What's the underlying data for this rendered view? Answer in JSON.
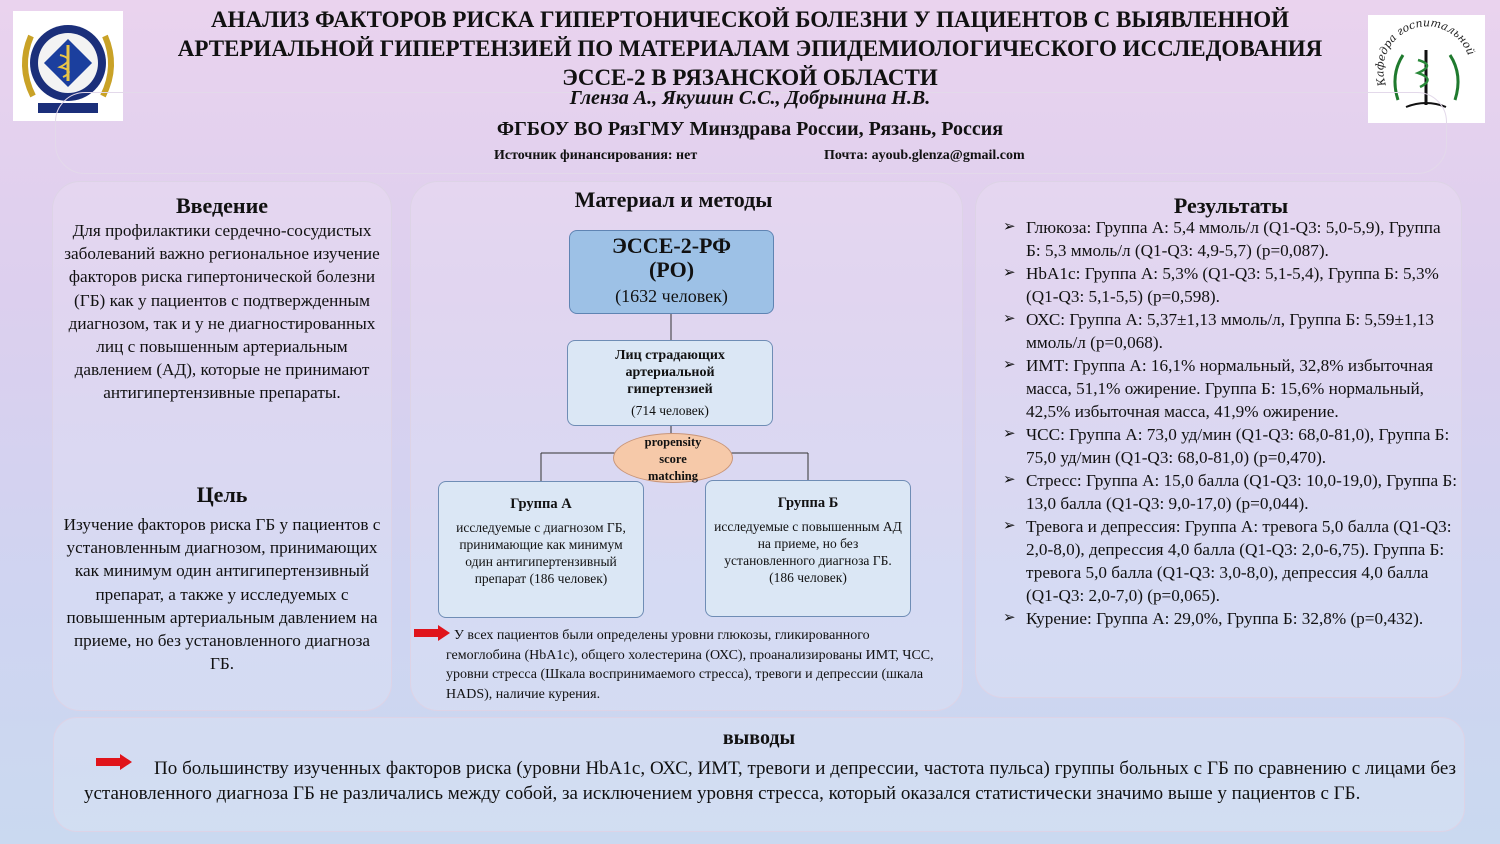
{
  "header": {
    "title": "АНАЛИЗ ФАКТОРОВ РИСКА ГИПЕРТОНИЧЕСКОЙ БОЛЕЗНИ У ПАЦИЕНТОВ С ВЫЯВЛЕННОЙ АРТЕРИАЛЬНОЙ ГИПЕРТЕНЗИЕЙ ПО МАТЕРИАЛАМ ЭПИДЕМИОЛОГИЧЕСКОГО ИССЛЕДОВАНИЯ ЭССЕ-2 В РЯЗАНСКОЙ ОБЛАСТИ",
    "authors": "Гленза А., Якушин С.С., Добрынина Н.В.",
    "organization": "ФГБОУ ВО РязГМУ Минздрава России, Рязань, Россия",
    "funding": "Источник финансирования: нет",
    "email": "Почта: ayoub.glenza@gmail.com",
    "right_logo_text": "Кафедра госпитальной терапии"
  },
  "intro": {
    "heading": "Введение",
    "text": "Для профилактики сердечно-сосудистых заболеваний важно региональное изучение факторов риска гипертонической болезни (ГБ) как у пациентов с подтвержденным диагнозом, так и у не диагностированных лиц с повышенным артериальным давлением (АД), которые не принимают антигипертензивные препараты.",
    "goal_heading": "Цель",
    "goal_text": "Изучение факторов риска ГБ у пациентов с установленным диагнозом, принимающих как минимум один антигипертензивный препарат, а также у исследуемых с повышенным артериальным давлением на приеме, но без установленного диагноза ГБ."
  },
  "methods": {
    "heading": "Материал и методы",
    "main_box": {
      "title": "ЭССЕ-2-РФ (РО)",
      "count": "(1632 человек)"
    },
    "ah_box": {
      "title": "Лиц страдающих артериальной гипертензией",
      "count": "(714 человек)"
    },
    "matching": "propensity score matching",
    "group_a": {
      "title": "Группа А",
      "text": "исследуемые с диагнозом ГБ, принимающие как минимум один антигипертензивный препарат (186 человек)"
    },
    "group_b": {
      "title": "Группа Б",
      "text": "исследуемые с повышенным АД на приеме, но без установленного диагноза ГБ. (186 человек)"
    },
    "note": "У всех пациентов были определены уровни глюкозы, гликированного гемоглобина (HbA1c), общего холестерина (ОХС), проанализированы ИМТ, ЧСС, уровни стресса (Шкала воспринимаемого стресса), тревоги и депрессии (шкала HADS), наличие курения."
  },
  "results": {
    "heading": "Результаты",
    "items": [
      "Глюкоза: Группа А: 5,4 ммоль/л (Q1-Q3: 5,0-5,9), Группа Б: 5,3 ммоль/л (Q1-Q3: 4,9-5,7) (p=0,087).",
      "HbA1c: Группа А: 5,3% (Q1-Q3: 5,1-5,4), Группа Б: 5,3% (Q1-Q3: 5,1-5,5) (p=0,598).",
      "ОХС: Группа А: 5,37±1,13 ммоль/л, Группа Б: 5,59±1,13 ммоль/л (p=0,068).",
      "ИМТ: Группа А: 16,1% нормальный, 32,8% избыточная масса, 51,1% ожирение. Группа Б: 15,6% нормальный, 42,5% избыточная масса, 41,9% ожирение.",
      "ЧСС: Группа А: 73,0 уд/мин (Q1-Q3: 68,0-81,0), Группа Б: 75,0 уд/мин (Q1-Q3: 68,0-81,0) (p=0,470).",
      "Стресс: Группа А: 15,0 балла (Q1-Q3: 10,0-19,0), Группа Б: 13,0 балла (Q1-Q3: 9,0-17,0) (p=0,044).",
      "Тревога и депрессия: Группа А: тревога 5,0 балла (Q1-Q3: 2,0-8,0), депрессия 4,0 балла (Q1-Q3: 2,0-6,75). Группа Б: тревога 5,0 балла (Q1-Q3: 3,0-8,0), депрессия 4,0 балла (Q1-Q3: 2,0-7,0) (p=0,065).",
      "Курение: Группа А: 29,0%, Группа Б: 32,8% (p=0,432)."
    ]
  },
  "conclusions": {
    "heading": "выводы",
    "text": "По большинству изученных факторов риска (уровни HbA1c, ОХС, ИМТ, тревоги и депрессии, частота пульса) группы больных с ГБ по сравнению с лицами без установленного диагноза ГБ не различались между собой, за исключением уровня стресса, который оказался статистически значимо выше у пациентов с ГБ."
  },
  "colors": {
    "main_box": "#9dc1e6",
    "sub_box": "#dbe7f5",
    "ellipse": "#f6c9a9",
    "arrow": "#e0141b"
  }
}
